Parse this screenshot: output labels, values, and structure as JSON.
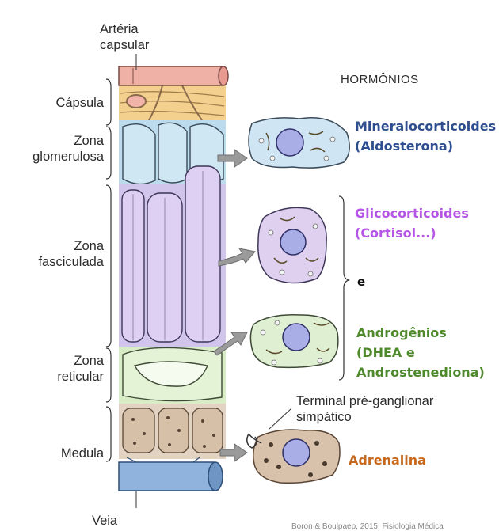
{
  "structure_labels": {
    "arteria": [
      "Artéria",
      "capsular"
    ],
    "capsula": "Cápsula",
    "glomerulosa": [
      "Zona",
      "glomerulosa"
    ],
    "fasciculada": [
      "Zona",
      "fasciculada"
    ],
    "reticular": [
      "Zona",
      "reticular"
    ],
    "medula": "Medula",
    "veia": "Veia",
    "terminal": [
      "Terminal pré-ganglionar",
      "simpático"
    ]
  },
  "header": "HORMÔNIOS",
  "hormones": {
    "mineralocorticoides": {
      "lines": [
        "Mineralocorticoides",
        "(Aldosterona)"
      ],
      "color": "#2e4e8f"
    },
    "glicocorticoides": {
      "lines": [
        "Glicocorticoides",
        "(Cortisol...)"
      ],
      "color": "#b556e6"
    },
    "connector": "e",
    "androgenios": {
      "lines": [
        "Androgênios",
        "(DHEA e",
        "Androstenediona)"
      ],
      "color": "#4e8a2b"
    },
    "adrenalina": {
      "lines": [
        "Adrenalina"
      ],
      "color": "#c86a1e"
    }
  },
  "credit": "Boron & Boulpaep, 2015. Fisiologia Médica"
}
